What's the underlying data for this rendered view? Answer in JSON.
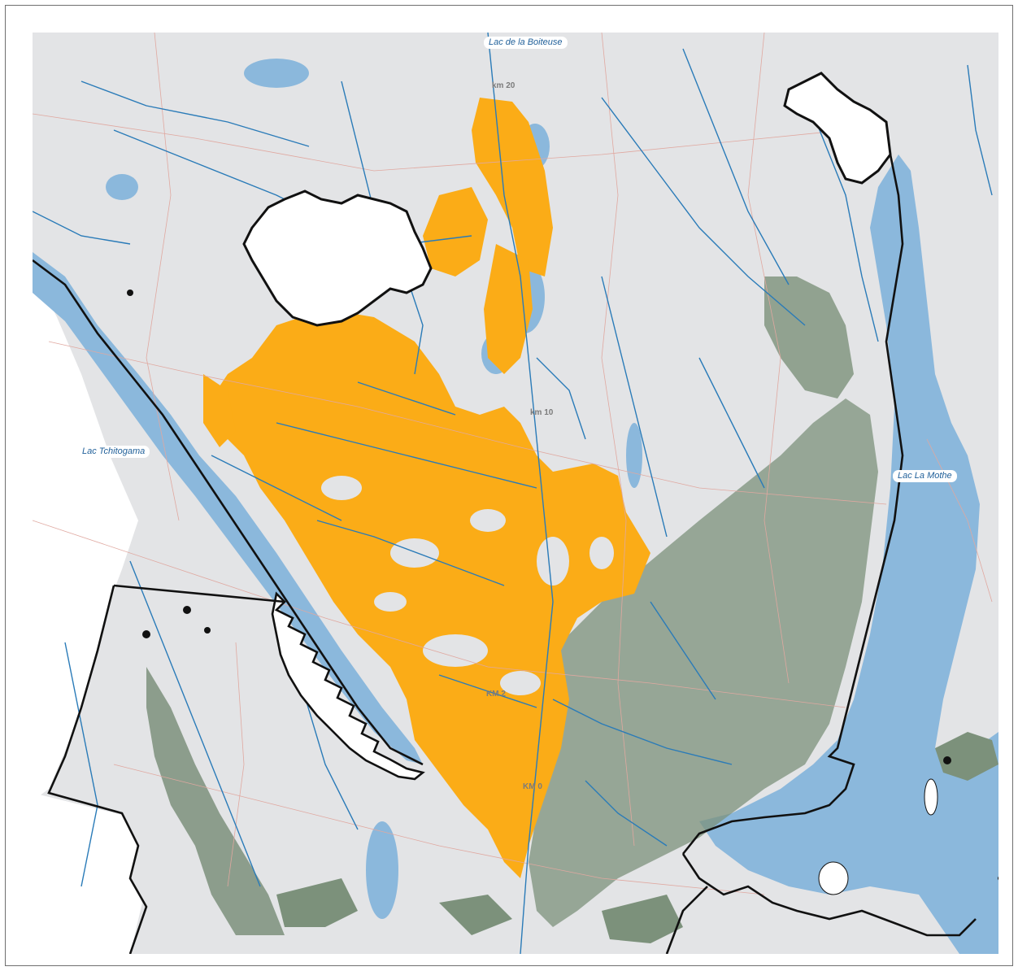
{
  "lake_labels": [
    "Lac de la Boiteuse",
    "Lac Tchitogama",
    "Lac La Mothe"
  ],
  "km_markers": [
    "km 20",
    "km 10",
    "KM 2",
    "KM 0"
  ],
  "colors": {
    "land": "#e3e4e6",
    "water": "#8bb8dc",
    "river": "#2a7bb8",
    "harvest_orange": "#fbac17",
    "forest_green": "#7c917b",
    "road": "#e0a8a0",
    "boundary": "#111111",
    "excluded_area": "#ffffff"
  }
}
